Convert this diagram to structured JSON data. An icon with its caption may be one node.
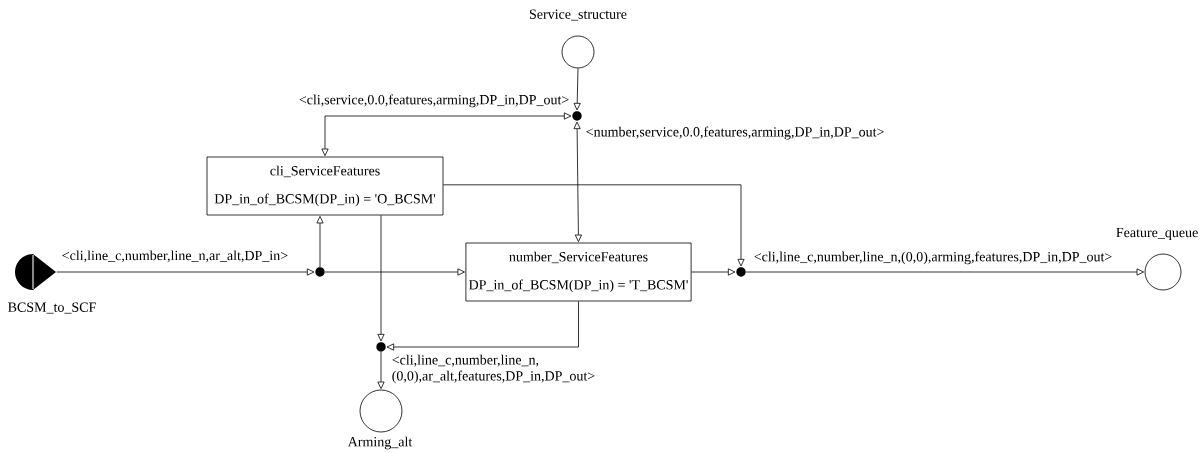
{
  "diagram": {
    "nodes": [
      {
        "text": [],
        "shape": "circle",
        "beside": [
          "Service_structure"
        ]
      },
      {
        "text": [],
        "shape": "dot"
      },
      {
        "text": [
          "cli_ServiceFeatures",
          "DP_in_of_BCSM(DP_in) = 'O_BCSM'"
        ]
      },
      {
        "text": [],
        "shape": "semicircle",
        "beside": [
          "BCSM_to_SCF"
        ]
      },
      {
        "text": [],
        "shape": "dot"
      },
      {
        "text": [
          "number_ServiceFeatures",
          "DP_in_of_BCSM(DP_in) = 'T_BCSM'"
        ]
      },
      {
        "text": [],
        "shape": "dot"
      },
      {
        "text": [],
        "shape": "circle",
        "beside": [
          "Feature_queue"
        ]
      },
      {
        "text": [],
        "shape": "dot"
      },
      {
        "text": [],
        "shape": "circle",
        "beside": [
          "Arming_alt"
        ]
      }
    ],
    "edges": [
      {
        "from": 0,
        "to": 1,
        "arrow": "to"
      },
      {
        "from": 1,
        "to": 2,
        "arrow": "both",
        "label": "<cli,service,0.0,features,arming,DP_in,DP_out>"
      },
      {
        "from": 1,
        "to": 5,
        "arrow": "both",
        "label": "<number,service,0.0,features,arming,DP_in,DP_out>"
      },
      {
        "from": 3,
        "to": 4,
        "arrow": "to",
        "label": "<cli,line_c,number,line_n,ar_alt,DP_in>"
      },
      {
        "from": 4,
        "to": 2,
        "arrow": "to"
      },
      {
        "from": 4,
        "to": 5,
        "arrow": "to"
      },
      {
        "from": 2,
        "to": 6,
        "arrow": "to"
      },
      {
        "from": 5,
        "to": 6,
        "arrow": "to"
      },
      {
        "from": 6,
        "to": 7,
        "arrow": "to",
        "label": "<cli,line_c,number,line_n,(0,0),arming,features,DP_in,DP_out>"
      },
      {
        "from": 2,
        "to": 8,
        "arrow": "to"
      },
      {
        "from": 5,
        "to": 8,
        "arrow": "to"
      },
      {
        "from": 8,
        "to": 9,
        "arrow": "to",
        "label": "<cli,line_c,number,line_n, (0,0),ar_alt,features,DP_in,DP_out>"
      }
    ]
  }
}
